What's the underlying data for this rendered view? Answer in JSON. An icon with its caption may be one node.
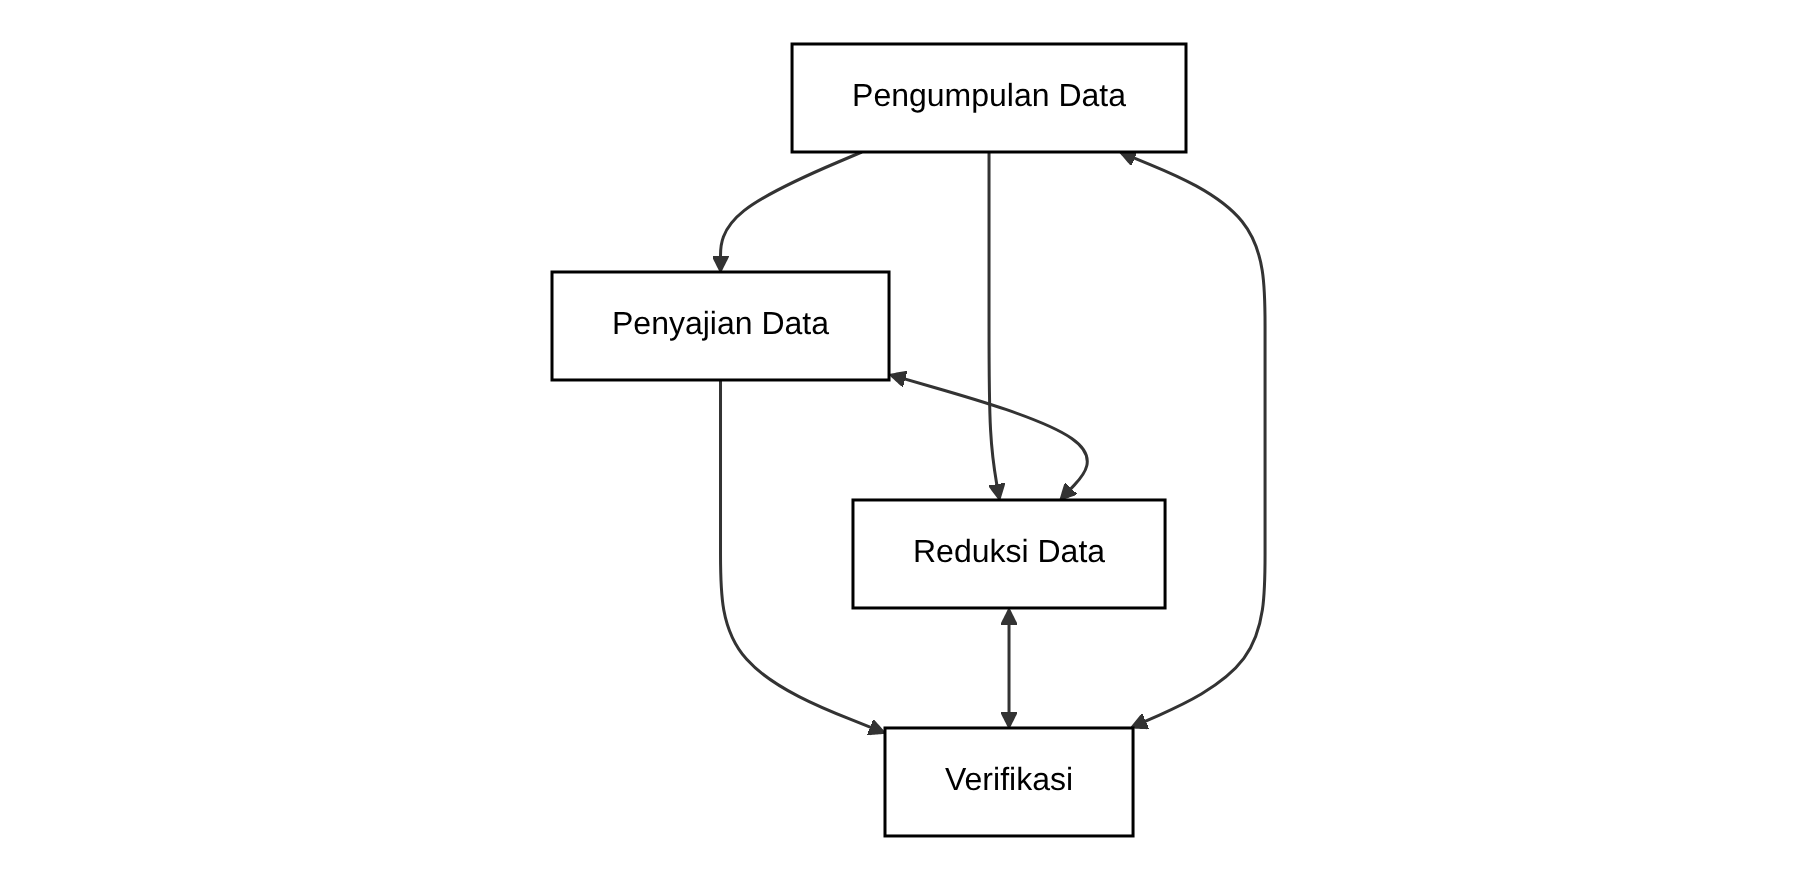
{
  "diagram": {
    "nodes": [
      {
        "text": [
          "Pengumpulan Data"
        ]
      },
      {
        "text": [
          "Penyajian Data"
        ]
      },
      {
        "text": [
          "Reduksi Data"
        ]
      },
      {
        "text": [
          "Verifikasi"
        ]
      }
    ],
    "edges": [
      {
        "from": 0,
        "to": 1,
        "arrow": "to"
      },
      {
        "from": 0,
        "to": 2,
        "arrow": "to"
      },
      {
        "from": 1,
        "to": 2,
        "arrow": "both"
      },
      {
        "from": 1,
        "to": 3,
        "arrow": "to"
      },
      {
        "from": 2,
        "to": 3,
        "arrow": "both"
      },
      {
        "from": 3,
        "to": 0,
        "arrow": "both"
      }
    ]
  }
}
